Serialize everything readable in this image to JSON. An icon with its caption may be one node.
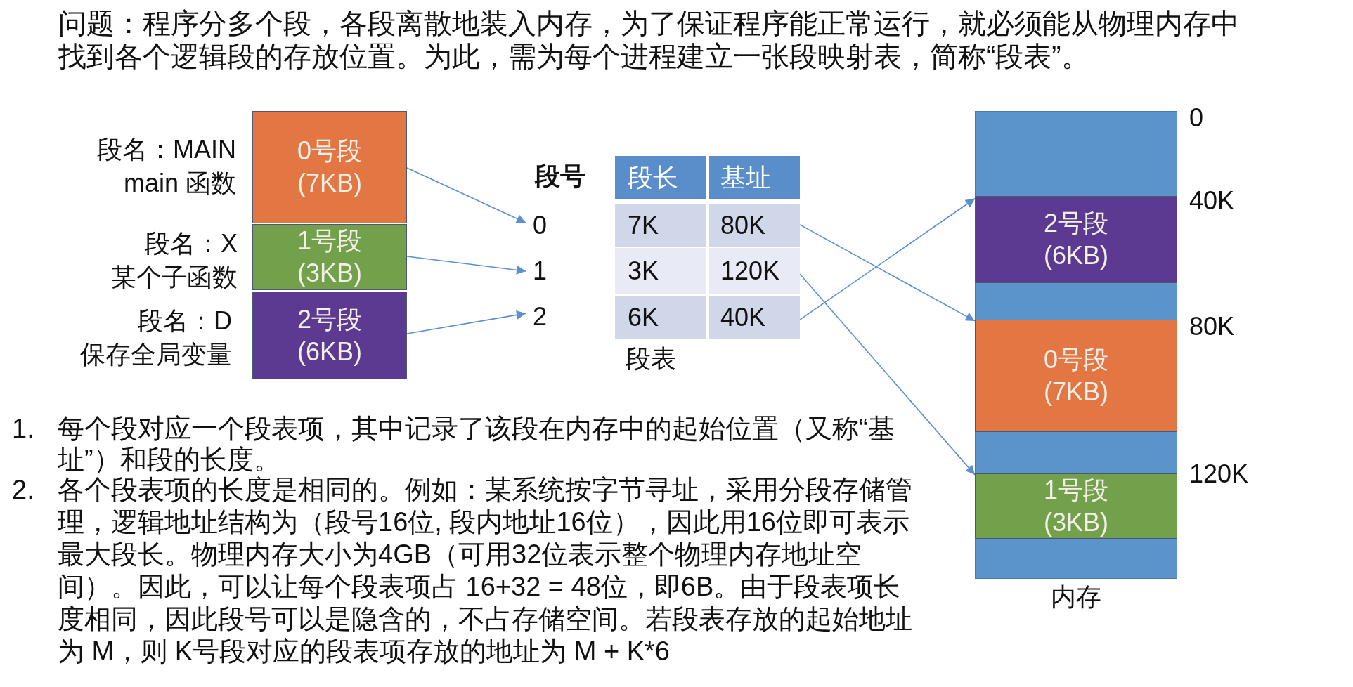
{
  "diagram": {
    "title": "问题：程序分多个段，各段离散地装入内存，为了保证程序能正常运行，就必须能从物理内存中找到各个逻辑段的存放位置。为此，需为每个进程建立一张段映射表，简称“段表”。",
    "nodes": [
      {
        "text": [
          "0号段",
          "(7KB)"
        ],
        "beside": [
          "段名：MAIN",
          "main 函数"
        ]
      },
      {
        "text": [
          "1号段",
          "(3KB)"
        ],
        "beside": [
          "段名：X",
          "某个子函数"
        ]
      },
      {
        "text": [
          "2号段",
          "(6KB)"
        ],
        "beside": [
          "段名：D",
          "保存全局变量"
        ]
      },
      {
        "text": [
          "0"
        ]
      },
      {
        "text": [
          "1"
        ]
      },
      {
        "text": [
          "2"
        ]
      },
      {
        "text": [
          "段长",
          "基址"
        ]
      },
      {
        "text": [
          "7K",
          "80K"
        ]
      },
      {
        "text": [
          "3K",
          "120K"
        ]
      },
      {
        "text": [
          "6K",
          "40K"
        ]
      },
      {
        "text": [
          "内存"
        ]
      },
      {
        "text": [
          "2号段",
          "(6KB)"
        ],
        "in": 10
      },
      {
        "text": [
          "0号段",
          "(7KB)"
        ],
        "in": 10
      },
      {
        "text": [
          "1号段",
          "(3KB)"
        ],
        "in": 10
      }
    ],
    "edges": [
      {
        "from": 0,
        "to": 3,
        "arrow": "to"
      },
      {
        "from": 1,
        "to": 4,
        "arrow": "to"
      },
      {
        "from": 2,
        "to": 5,
        "arrow": "to"
      },
      {
        "from": 7,
        "to": 12,
        "arrow": "to"
      },
      {
        "from": 8,
        "to": 13,
        "arrow": "to"
      },
      {
        "from": 9,
        "to": 11,
        "arrow": "to"
      }
    ],
    "labels": [
      "段号",
      "段表",
      "0",
      "40K",
      "80K",
      "120K",
      "1.",
      "每个段对应一个段表项，其中记录了该段在内存中的起始位置（又称“基址”）和段的长度。",
      "2.",
      "各个段表项的长度是相同的。例如：某系统按字节寻址，采用分段存储管理，逻辑地址结构为（段号16位, 段内地址16位），因此用16位即可表示最大段长。物理内存大小为4GB（可用32位表示整个物理内存地址空间）。因此，可以让每个段表项占 16+32 = 48位，即6B。由于段表项长度相同，因此段号可以是隐含的，不占存储空间。若段表存放的起始地址为 M，则 K号段对应的段表项存放的地址为 M + K*6"
    ]
  }
}
